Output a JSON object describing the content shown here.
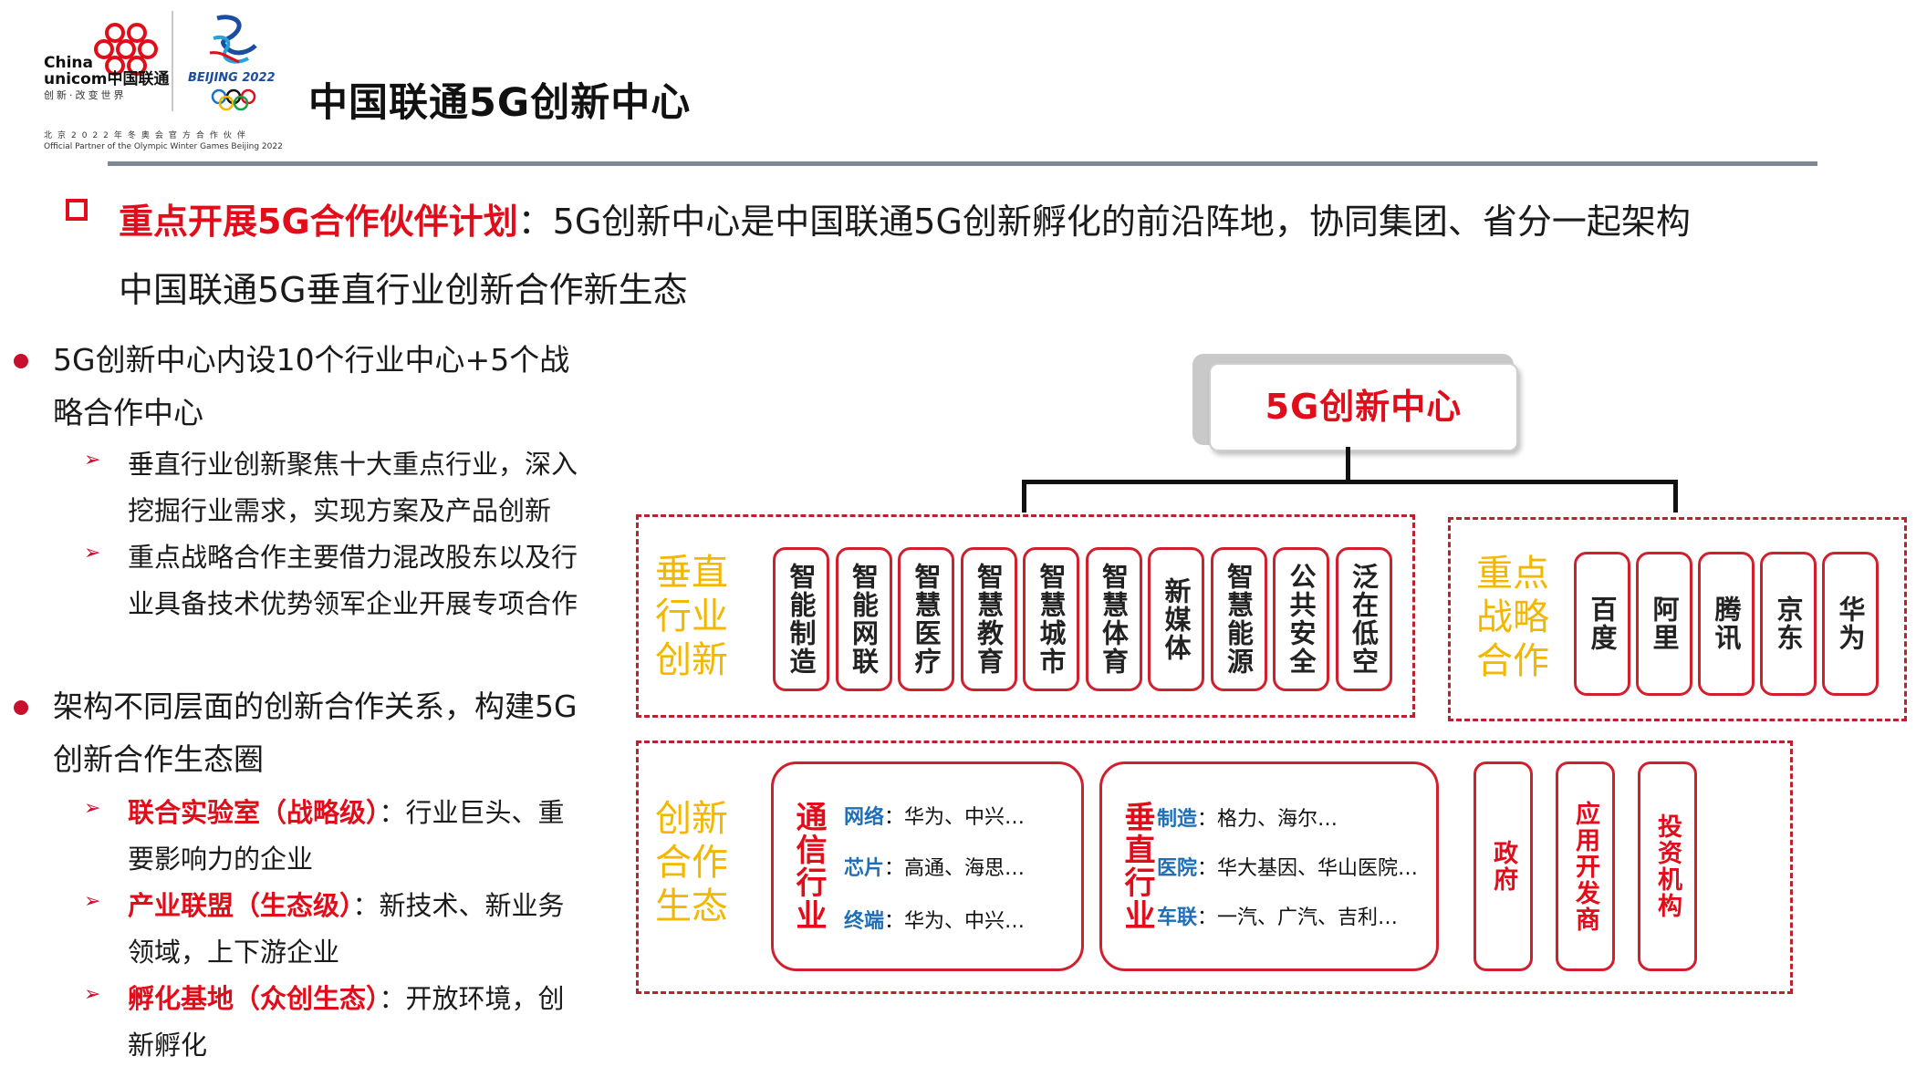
{
  "header": {
    "brand_en_line1": "China",
    "brand_en_line2": "unicom中国联通",
    "brand_slogan": "创新·改变世界",
    "olympic_text": "BEIJING 2022",
    "partner_cn": "北京2022年冬奥会官方合作伙伴",
    "partner_en": "Official Partner of the Olympic Winter Games Beijing 2022",
    "title": "中国联通5G创新中心"
  },
  "intro": {
    "highlight": "重点开展5G合作伙伴计划",
    "text_line1": "：5G创新中心是中国联通5G创新孵化的前沿阵地，协同集团、省分一起架构",
    "text_line2": "中国联通5G垂直行业创新合作新生态"
  },
  "left": {
    "bullet1_line1": "5G创新中心内设10个行业中心+5个战",
    "bullet1_line2": "略合作中心",
    "sub1_line1": "垂直行业创新聚焦十大重点行业，深入",
    "sub1_line2": "挖掘行业需求，实现方案及产品创新",
    "sub2_line1": "重点战略合作主要借力混改股东以及行",
    "sub2_line2": "业具备技术优势领军企业开展专项合作",
    "bullet2_line1": "架构不同层面的创新合作关系，构建5G",
    "bullet2_line2": "创新合作生态圈",
    "sub3_label": "联合实验室（战略级）",
    "sub3_text": "：行业巨头、重",
    "sub3_line2": "要影响力的企业",
    "sub4_label": "产业联盟（生态级）",
    "sub4_text": "：新技术、新业务",
    "sub4_line2": "领域，上下游企业",
    "sub5_label": "孵化基地（众创生态）",
    "sub5_text": "：开放环境，创",
    "sub5_line2": "新孵化"
  },
  "diagram": {
    "center": "5G创新中心",
    "vertical": {
      "title_line1": "垂直",
      "title_line2": "行业",
      "title_line3": "创新",
      "items": [
        "智能制造",
        "智能网联",
        "智慧医疗",
        "智慧教育",
        "智慧城市",
        "智慧体育",
        "新媒体",
        "智慧能源",
        "公共安全",
        "泛在低空"
      ]
    },
    "strategic": {
      "title_line1": "重点",
      "title_line2": "战略",
      "title_line3": "合作",
      "items": [
        "百度",
        "阿里",
        "腾讯",
        "京东",
        "华为"
      ]
    },
    "ecosystem": {
      "title_line1": "创新",
      "title_line2": "合作",
      "title_line3": "生态",
      "telecom": {
        "head": "通信行业",
        "rows": [
          {
            "label": "网络",
            "text": "：华为、中兴…"
          },
          {
            "label": "芯片",
            "text": "：高通、海思…"
          },
          {
            "label": "终端",
            "text": "：华为、中兴…"
          }
        ]
      },
      "vertical": {
        "head": "垂直行业",
        "rows": [
          {
            "label": "制造",
            "text": "：格力、海尔…"
          },
          {
            "label": "医院",
            "text": "：华大基因、华山医院…"
          },
          {
            "label": "车联",
            "text": "：一汽、广汽、吉利…"
          }
        ]
      },
      "others": [
        "政府",
        "应用开发商",
        "投资机构"
      ]
    }
  },
  "colors": {
    "accent_red": "#e10d1a",
    "gold": "#f3b700",
    "blue_label": "#1f6fb8",
    "dashed_border": "#b9222e"
  }
}
